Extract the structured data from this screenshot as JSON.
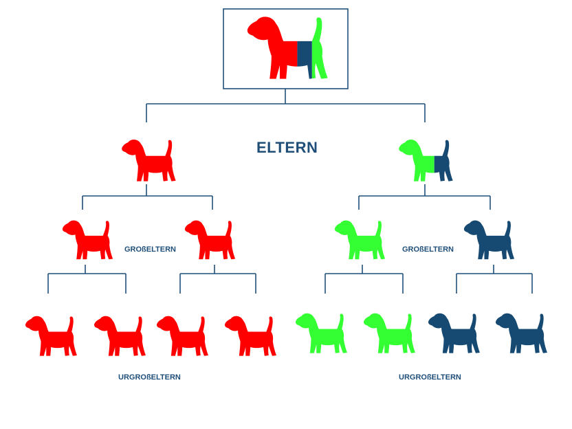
{
  "labels": {
    "parents": "ELTERN",
    "grandparents_left": "GROßELTERN",
    "grandparents_right": "GROßELTERN",
    "great_grandparents_left": "URGROßELTERN",
    "great_grandparents_right": "URGROßELTERN"
  },
  "colors": {
    "red": "#ff0000",
    "green": "#33ff33",
    "navy": "#164a72",
    "line": "#1f4e79",
    "text": "#1f4e79"
  },
  "tree": {
    "offspring": {
      "name": "offspring-dog-icon",
      "colors": [
        "red",
        "navy",
        "green"
      ]
    },
    "parents": [
      {
        "name": "parent-red-dog-icon",
        "colors": [
          "red"
        ]
      },
      {
        "name": "parent-green-navy-dog-icon",
        "colors": [
          "green",
          "navy"
        ]
      }
    ],
    "grandparents": [
      {
        "name": "grandparent-red-dog-icon",
        "colors": [
          "red"
        ]
      },
      {
        "name": "grandparent-red-dog-icon",
        "colors": [
          "red"
        ]
      },
      {
        "name": "grandparent-green-dog-icon",
        "colors": [
          "green"
        ]
      },
      {
        "name": "grandparent-navy-dog-icon",
        "colors": [
          "navy"
        ]
      }
    ],
    "great_grandparents": [
      {
        "name": "great-grandparent-red-dog-icon",
        "colors": [
          "red"
        ]
      },
      {
        "name": "great-grandparent-red-dog-icon",
        "colors": [
          "red"
        ]
      },
      {
        "name": "great-grandparent-red-dog-icon",
        "colors": [
          "red"
        ]
      },
      {
        "name": "great-grandparent-red-dog-icon",
        "colors": [
          "red"
        ]
      },
      {
        "name": "great-grandparent-green-dog-icon",
        "colors": [
          "green"
        ]
      },
      {
        "name": "great-grandparent-green-dog-icon",
        "colors": [
          "green"
        ]
      },
      {
        "name": "great-grandparent-navy-dog-icon",
        "colors": [
          "navy"
        ]
      },
      {
        "name": "great-grandparent-navy-dog-icon",
        "colors": [
          "navy"
        ]
      }
    ]
  }
}
